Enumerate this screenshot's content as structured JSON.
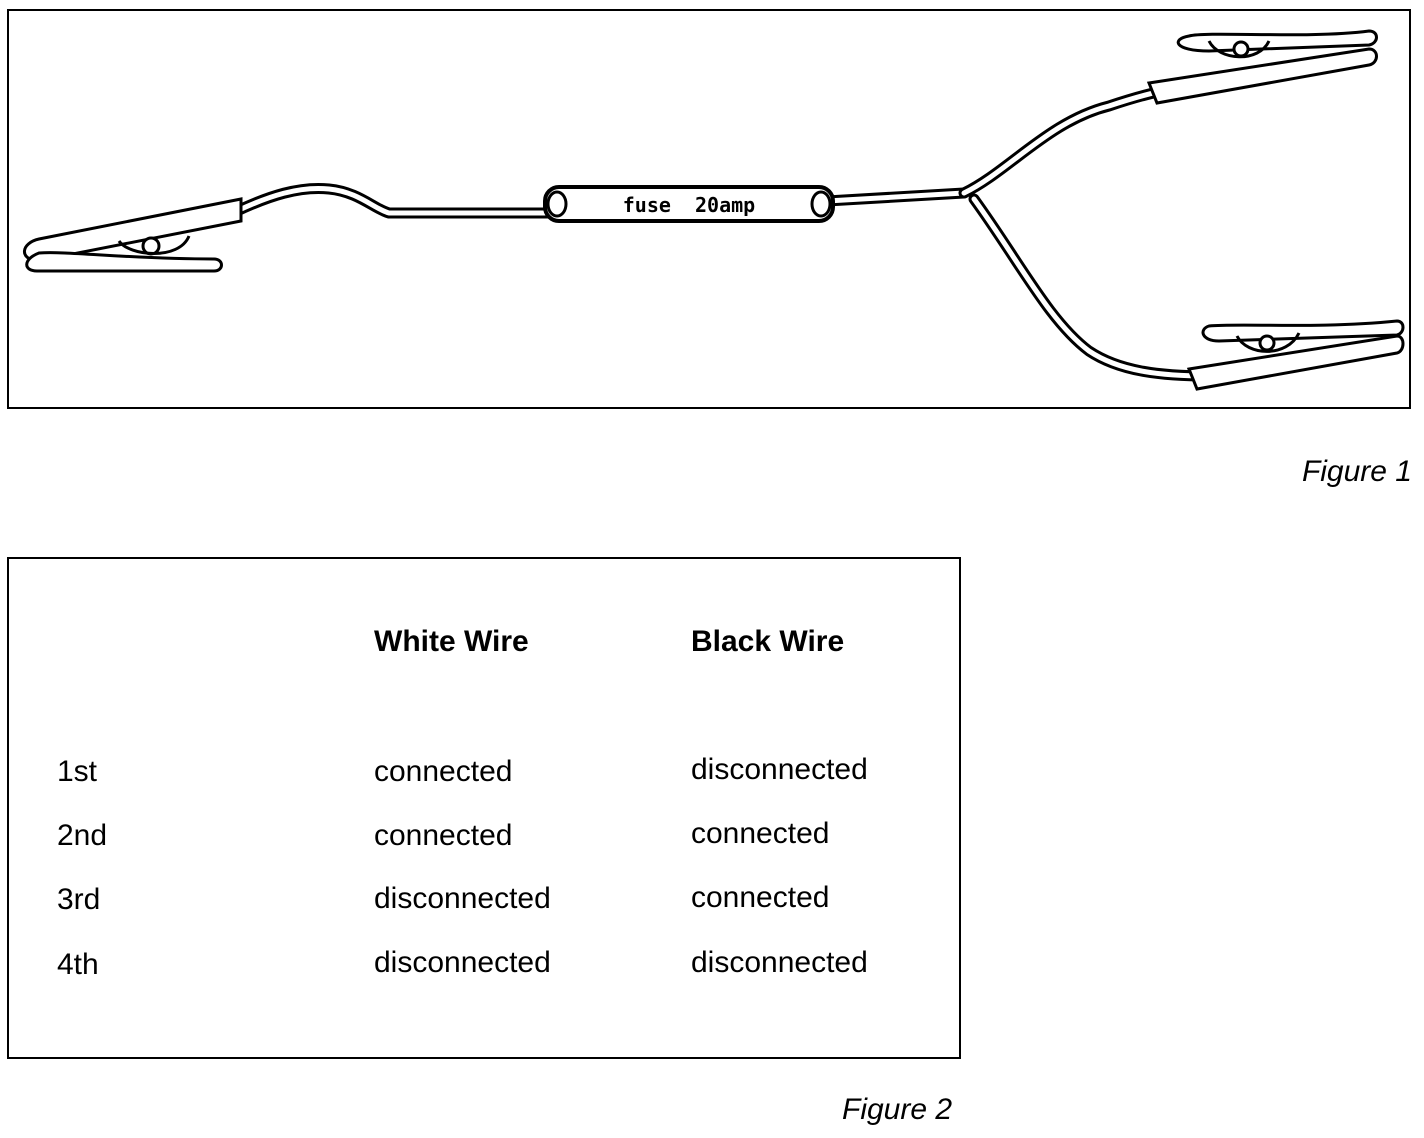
{
  "figure1": {
    "fuse_label": "fuse  20amp",
    "caption": "Figure 1"
  },
  "figure2": {
    "caption": "Figure 2",
    "columns": [
      "",
      "White Wire",
      "Black Wire"
    ],
    "rows": [
      {
        "label": "1st",
        "white": "connected",
        "black": "disconnected"
      },
      {
        "label": "2nd",
        "white": "connected",
        "black": "connected"
      },
      {
        "label": "3rd",
        "white": "disconnected",
        "black": "connected"
      },
      {
        "label": "4th",
        "white": "disconnected",
        "black": "disconnected"
      }
    ]
  }
}
